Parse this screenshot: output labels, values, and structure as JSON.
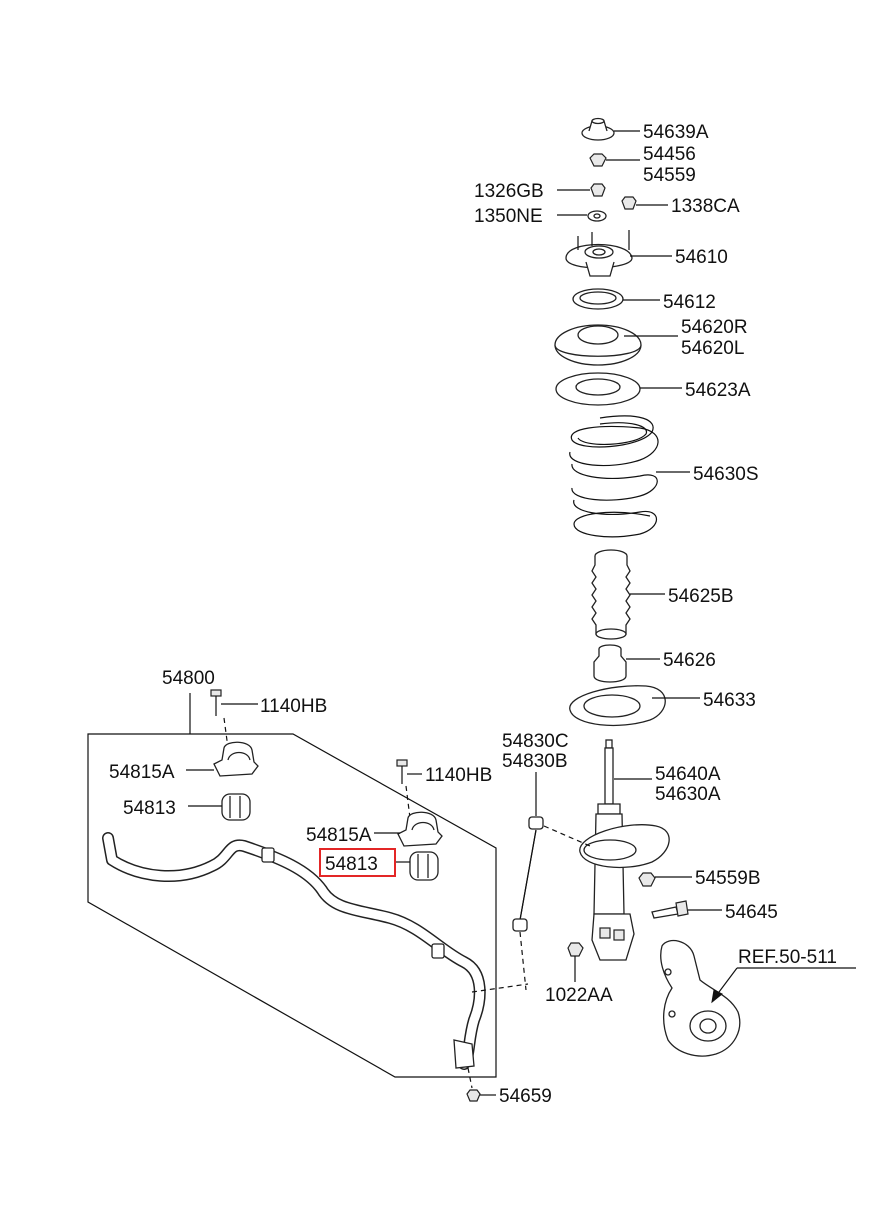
{
  "labels": {
    "p54639A": "54639A",
    "p54456": "54456",
    "p54559": "54559",
    "p1326GB": "1326GB",
    "p1338CA": "1338CA",
    "p1350NE": "1350NE",
    "p54610": "54610",
    "p54612": "54612",
    "p54620R": "54620R",
    "p54620L": "54620L",
    "p54623A": "54623A",
    "p54630S": "54630S",
    "p54625B": "54625B",
    "p54626": "54626",
    "p54633": "54633",
    "p54640A": "54640A",
    "p54630A": "54630A",
    "p54559B": "54559B",
    "p54645": "54645",
    "p1022AA": "1022AA",
    "pREF": "REF.50-511",
    "p54830C": "54830C",
    "p54830B": "54830B",
    "p54800": "54800",
    "p1140HB_a": "1140HB",
    "p1140HB_b": "1140HB",
    "p54815A_a": "54815A",
    "p54815A_b": "54815A",
    "p54813_a": "54813",
    "p54813_b": "54813",
    "p54659": "54659"
  },
  "highlight": {
    "label": "54813",
    "color": "#e32626"
  }
}
